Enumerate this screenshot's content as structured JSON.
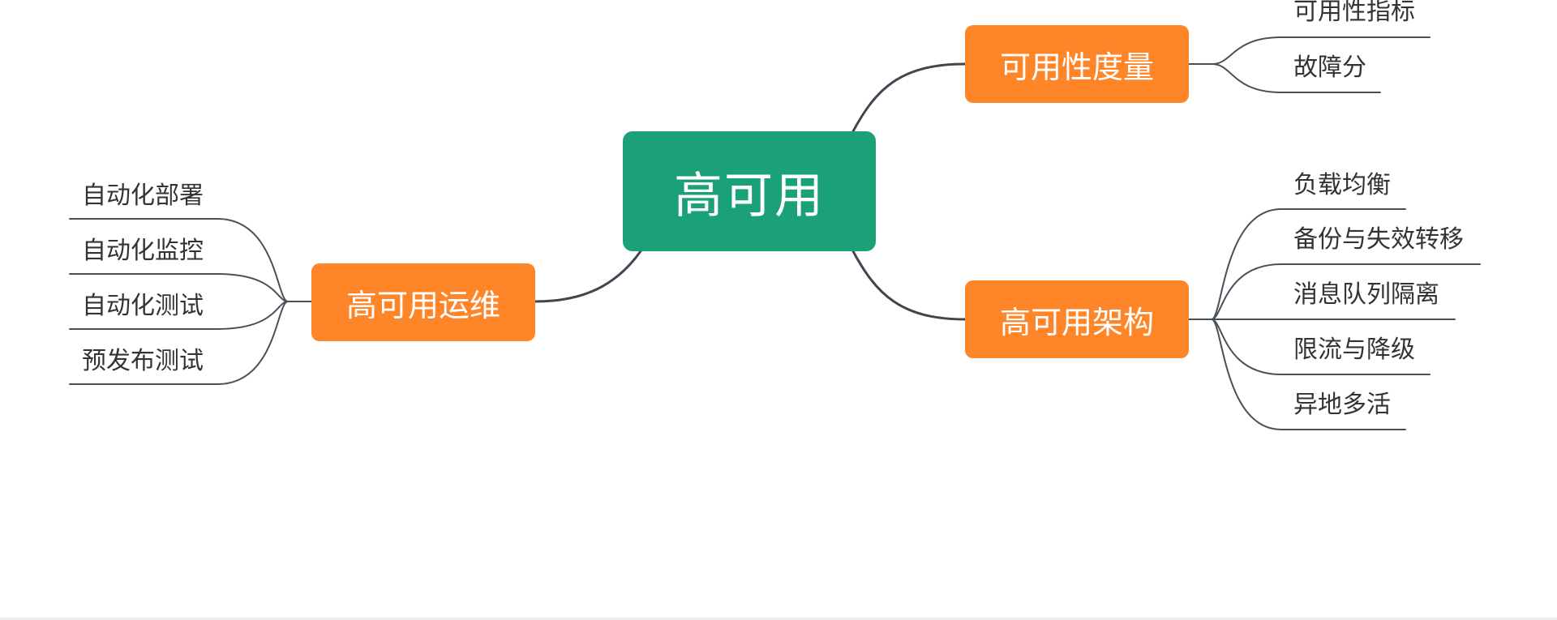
{
  "colors": {
    "root": "#1aa178",
    "branch": "#ff8628",
    "trunk_line": "#3f4650",
    "leaf_line": "#4a5058",
    "leaf_text": "#333333"
  },
  "root": {
    "label": "高可用"
  },
  "branches": {
    "metric": {
      "label": "可用性度量",
      "leaves": [
        "可用性指标",
        "故障分"
      ]
    },
    "arch": {
      "label": "高可用架构",
      "leaves": [
        "负载均衡",
        "备份与失效转移",
        "消息队列隔离",
        "限流与降级",
        "异地多活"
      ]
    },
    "ops": {
      "label": "高可用运维",
      "leaves": [
        "自动化部署",
        "自动化监控",
        "自动化测试",
        "预发布测试"
      ]
    }
  }
}
